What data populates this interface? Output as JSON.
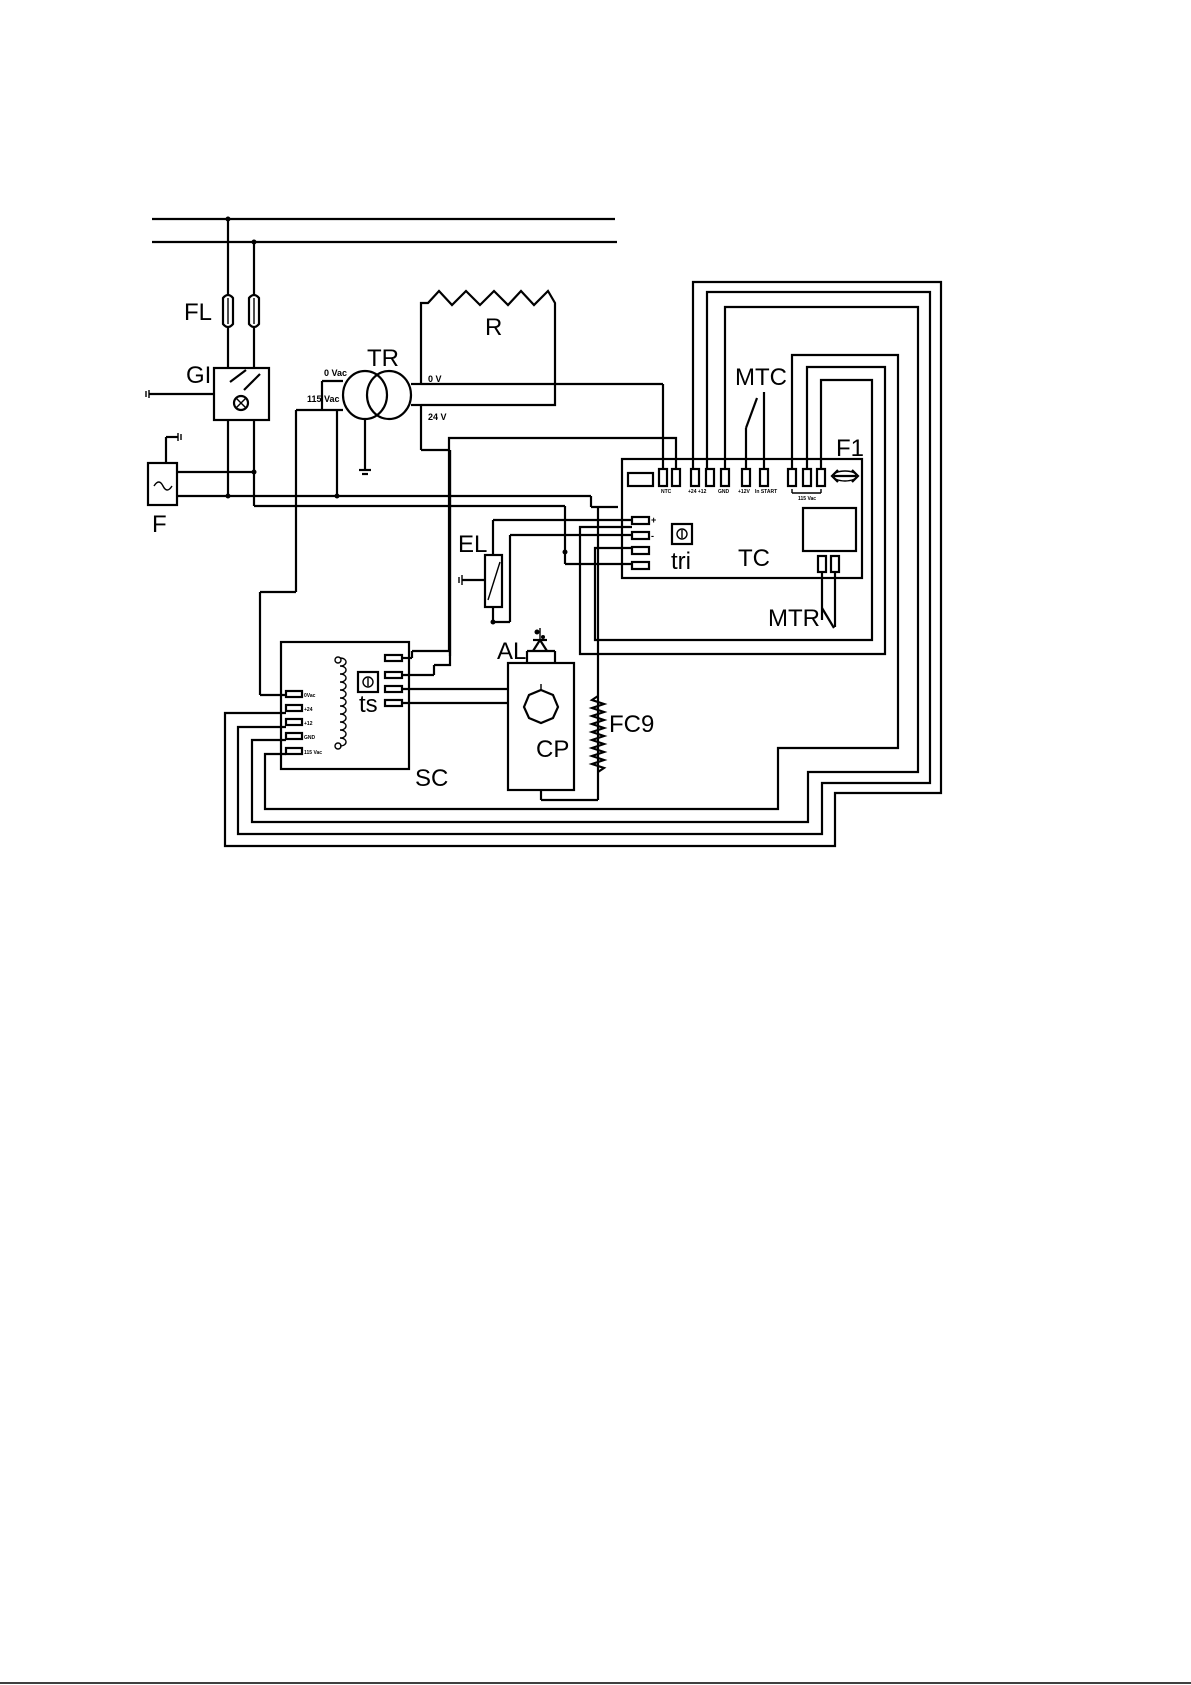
{
  "components": {
    "FL": "FL",
    "GI": "GI",
    "F": "F",
    "TR": "TR",
    "R": "R",
    "MTC": "MTC",
    "F1": "F1",
    "EL": "EL",
    "tri": "tri",
    "TC": "TC",
    "MTR": "MTR",
    "AL": "AL",
    "ts": "ts",
    "FC9": "FC9",
    "CP": "CP",
    "SC": "SC"
  },
  "transformer": {
    "primary_top": "0 Vac",
    "primary_bottom": "115 Vac",
    "secondary_top": "0 V",
    "secondary_bottom": "24 V"
  },
  "tc_terminals": {
    "ntc": "NTC",
    "p24_p12": "+24 +12",
    "gnd": "GND",
    "p12v": "+12V",
    "start": "In  START",
    "vac115": "115 Vac",
    "plus": "+",
    "minus": "-"
  },
  "sc_terminals": {
    "t0": "0Vac",
    "t1": "+24",
    "t2": "+12",
    "t3": "GND",
    "t4": "115 Vac"
  }
}
